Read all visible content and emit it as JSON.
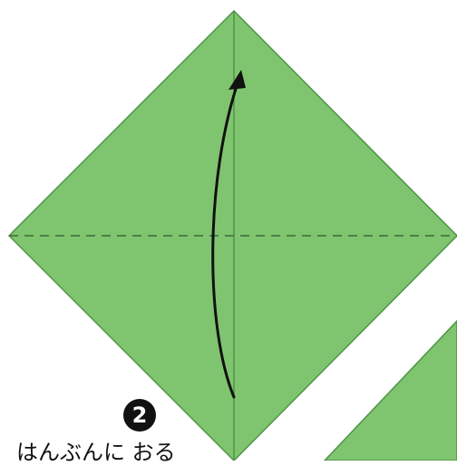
{
  "step": {
    "number": "2",
    "instruction": "はんぶんに おる"
  },
  "colors": {
    "paper_fill": "#7fc56f",
    "paper_edge": "#4f9447",
    "fold_line_dashed": "#4e7f48",
    "crease_line": "#4f9447",
    "arrow": "#111111",
    "text": "#111111"
  },
  "icons": {
    "step_number": "circled-number-2",
    "fold_arrow": "curved-up-arrow"
  }
}
